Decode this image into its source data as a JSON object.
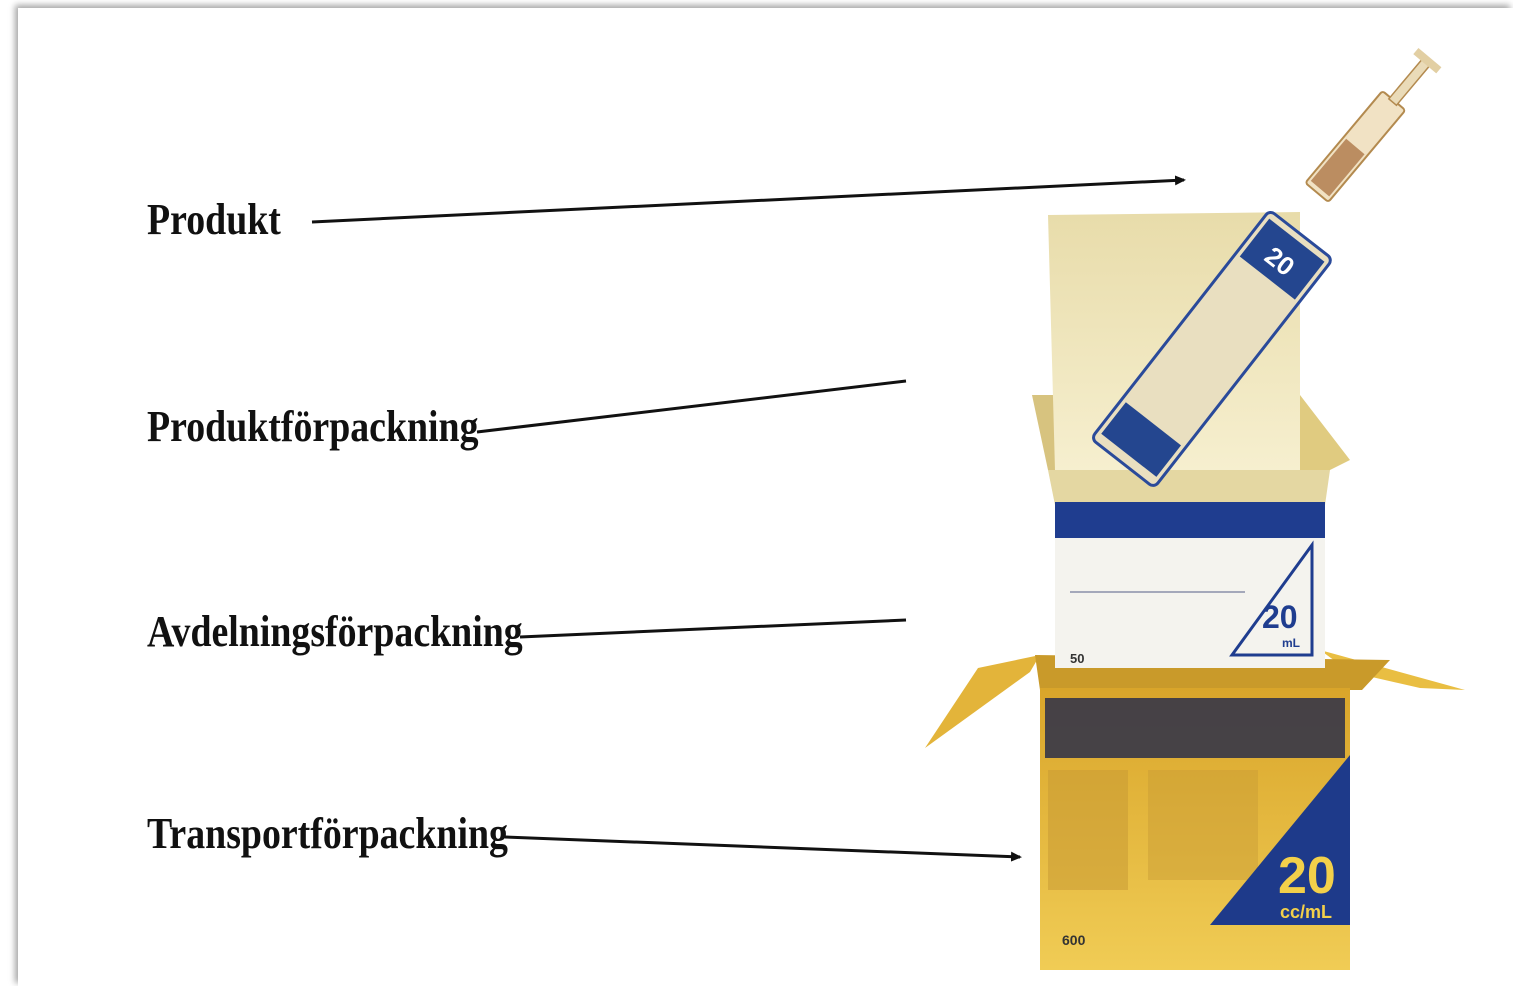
{
  "labels": {
    "product": "Produkt",
    "product_packaging": "Produktförpackning",
    "department_packaging": "Avdelningsförpackning",
    "transport_packaging": "Transportförpackning"
  },
  "packaging_text": {
    "syringe_size": "20",
    "dept_box_size": "20",
    "dept_box_unit": "mL",
    "dept_box_count": "50",
    "transport_box_size": "20",
    "transport_box_unit": "cc/mL",
    "transport_box_count": "600"
  },
  "colors": {
    "arrow": "#111111",
    "box_blue": "#1e3a8a",
    "cardboard": "#e6bd3c",
    "inner_box": "#efe3b0"
  }
}
